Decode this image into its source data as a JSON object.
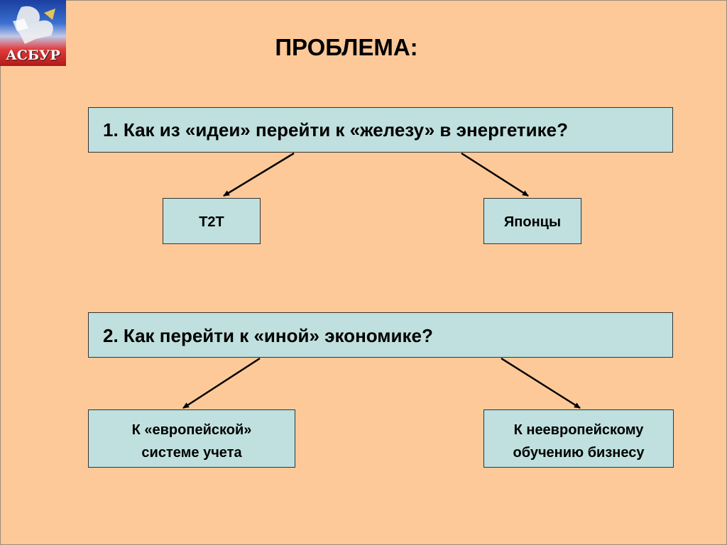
{
  "logo": {
    "text": "АСБУР"
  },
  "title": "ПРОБЛЕМА:",
  "question1": {
    "text": "1. Как из «идеи» перейти к «железу» в энергетике?",
    "left_child": "Т2Т",
    "right_child": "Японцы"
  },
  "question2": {
    "text": "2. Как перейти к «иной» экономике?",
    "left_child_line1": "К «европейской»",
    "left_child_line2": "системе учета",
    "right_child_line1": "К неевропейскому",
    "right_child_line2": "обучению бизнесу"
  },
  "colors": {
    "background": "#fdc999",
    "box_fill": "#bfe0de",
    "text": "#000000"
  }
}
